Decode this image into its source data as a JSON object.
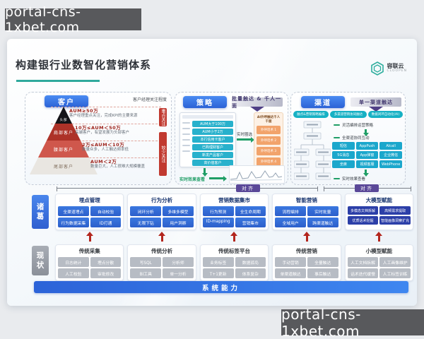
{
  "watermark": {
    "text": "portal-cns-1xbet.com"
  },
  "slide": {
    "title": "构建银行业数智化营销体系",
    "logo": {
      "name": "容联云",
      "sub": "CLOOPEN"
    },
    "panels": {
      "customer": {
        "tag": "客户",
        "caption": "客户经理关注程度",
        "pyramid": [
          {
            "label": "头部",
            "aum": "AUM≥50万",
            "desc": "客户经理重点关注，完成KPI的主要来源"
          },
          {
            "label": "肩部客户",
            "aum": "10万≤AUM＜50万",
            "desc": "高端客户，有望发展为头部客户"
          },
          {
            "label": "腰部客户",
            "aum": "2万≤AUM＜10万",
            "desc": "数量众多，人工触达频率低"
          },
          {
            "label": "尾部客户",
            "aum": "AUM＜2万",
            "desc": "数量巨大，人工很难大规模覆盖"
          }
        ],
        "attention_tags": [
          "重点关注",
          "较少关注"
        ]
      },
      "strategy": {
        "tag": "策略",
        "banner": "批量触达 & 千人一面",
        "segments": [
          "AUM大于100万",
          "AUM小于2万",
          "本行信用卡客户",
          "已购理财客户",
          "新发产品客户",
          "高价值客户"
        ],
        "select_label": "实时圈选",
        "ai_panel": {
          "title": "AI外呼触达千人千面",
          "items": [
            "外呼话术 1",
            "外呼话术 2",
            "外呼话术 3",
            "外呼话术 4"
          ]
        },
        "result_label": "实时效果查看"
      },
      "channel": {
        "tag": "渠道",
        "banner": "单一渠道触达",
        "pills": [
          "触点&营销策略编排",
          "多渠道营销协同触达",
          "数据闭环自动化(AI)"
        ],
        "flow_labels": [
          "灵活编排运营策略",
          "全渠道协同互动",
          "实时效果查看"
        ],
        "channels": [
          "短信",
          "AppPush",
          "AIcall",
          "5G消息",
          "App弹窗",
          "企业微信",
          "坐席",
          "视频客服",
          "WebPhone"
        ]
      }
    },
    "middle": {
      "row_label": "诸葛",
      "align_badge": "对齐",
      "cards": [
        {
          "title": "埋点管理",
          "items": [
            "全渠道埋点",
            "自动校验",
            "行为数据采集",
            "ID打通"
          ]
        },
        {
          "title": "行为分析",
          "items": [
            "闭环分析",
            "多维多模型",
            "无限下钻",
            "用户洞察"
          ]
        },
        {
          "title": "营销数据集市",
          "items": [
            "行为预测",
            "全生命周期",
            "ID-mapping",
            "营销集市"
          ]
        },
        {
          "title": "智能营销",
          "items": [
            "流程编排",
            "实时批量",
            "全域用户",
            "跨渠道触达"
          ]
        },
        {
          "title": "大模型赋能",
          "items": [
            "多模态文档拆解",
            "高频需求提取",
            "优质话术挖掘",
            "智能画像洞察扩充"
          ]
        }
      ]
    },
    "bottom": {
      "row_label": "现状",
      "cards": [
        {
          "title": "传统采集",
          "items": [
            "日志统计",
            "埋点分散",
            "人工校验",
            "审批修改"
          ]
        },
        {
          "title": "传统分析",
          "items": [
            "写SQL",
            "分析师",
            "BI工具",
            "单一分析"
          ]
        },
        {
          "title": "传统标签平台",
          "items": [
            "业务标签",
            "数据孤岛",
            "T+1更新",
            "体系复杂"
          ]
        },
        {
          "title": "传统营销",
          "items": [
            "手动营销",
            "全量触达",
            "单渠道触达",
            "事后触达"
          ]
        },
        {
          "title": "小模型赋能",
          "items": [
            "人工文档拆解",
            "人工画像维护",
            "话术迭代缓慢",
            "人工标签训练"
          ]
        }
      ]
    },
    "footer_bar": "系统能力",
    "colors": {
      "accent_teal": "#2fa99c",
      "accent_blue": "#2c62d6",
      "accent_red": "#c13a30",
      "accent_green": "#1f9e66",
      "accent_purple": "#5a4898",
      "accent_orange": "#f2a36b"
    }
  }
}
